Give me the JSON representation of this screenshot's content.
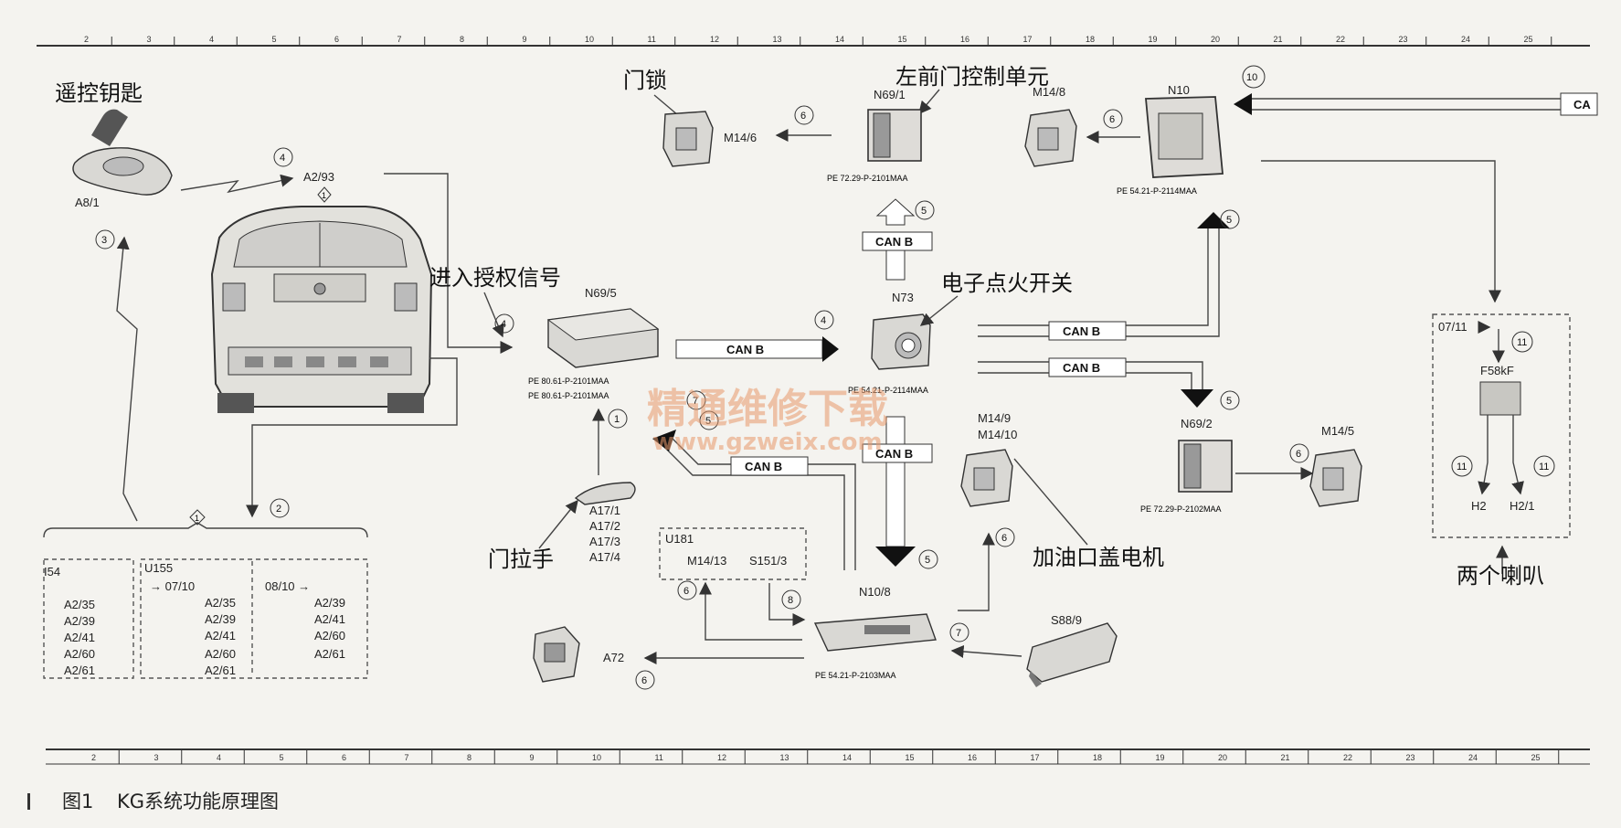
{
  "ruler_numbers": [
    "2",
    "3",
    "4",
    "5",
    "6",
    "7",
    "8",
    "9",
    "10",
    "11",
    "12",
    "13",
    "14",
    "15",
    "16",
    "17",
    "18",
    "19",
    "20",
    "21",
    "22",
    "23",
    "24",
    "25"
  ],
  "components": {
    "remote_key": {
      "cn": "遥控钥匙",
      "code": "A8/1"
    },
    "vehicle": {
      "code": "A2/93"
    },
    "entry_signal": {
      "cn": "进入授权信号"
    },
    "n69_5": {
      "code": "N69/5",
      "ref1": "PE 80.61-P-2101MAA",
      "ref2": "PE 80.61-P-2101MAA"
    },
    "door_lock": {
      "cn": "门锁",
      "code": "M14/6"
    },
    "front_left_door": {
      "cn": "左前门控制单元",
      "code": "N69/1",
      "ref": "PE 72.29-P-2101MAA"
    },
    "n10": {
      "code": "N10",
      "ref": "PE 54.21-P-2114MAA",
      "actuator": "M14/8",
      "can_label": "CA"
    },
    "n73": {
      "cn": "电子点火开关",
      "code": "N73",
      "ref": "PE 54.21-P-2114MAA"
    },
    "n69_2": {
      "code": "N69/2",
      "ref": "PE 72.29-P-2102MAA",
      "actuator": "M14/5"
    },
    "fuel_flap": {
      "cn": "加油口盖电机",
      "code1": "M14/9",
      "code2": "M14/10"
    },
    "door_handle": {
      "cn": "门拉手",
      "codes": [
        "A17/1",
        "A17/2",
        "A17/3",
        "A17/4"
      ]
    },
    "u181": {
      "title": "U181",
      "items": [
        "M14/13",
        "S151/3"
      ]
    },
    "n10_8": {
      "code": "N10/8",
      "ref": "PE 54.21-P-2103MAA"
    },
    "a72": {
      "code": "A72"
    },
    "s88_9": {
      "code": "S88/9"
    },
    "horn_box": {
      "date": "07/11",
      "fuse": "F58kF",
      "h2": "H2",
      "h2_1": "H2/1",
      "cn": "两个喇叭"
    },
    "left_table": {
      "col1_title": "I54",
      "col1_items": [
        "A2/35",
        "A2/39",
        "A2/41",
        "A2/60",
        "A2/61"
      ],
      "col2_title": "U155",
      "col2_date": "→ 07/10",
      "col2_items": [
        "A2/35",
        "A2/39",
        "A2/41",
        "A2/60",
        "A2/61"
      ],
      "col3_date": "08/10 →",
      "col3_items": [
        "A2/39",
        "A2/41",
        "A2/60",
        "A2/61"
      ]
    }
  },
  "can_bus_label": "CAN B",
  "step_numbers": {
    "s1": "1",
    "s2": "2",
    "s3": "3",
    "s4": "4",
    "s5": "5",
    "s6": "6",
    "s7": "7",
    "s8": "8",
    "s10": "10",
    "s11": "11"
  },
  "watermark": {
    "line1": "精通维修下载",
    "line2": "www.gzweix.com"
  },
  "caption": {
    "fig": "图1",
    "title": "KG系统功能原理图"
  }
}
